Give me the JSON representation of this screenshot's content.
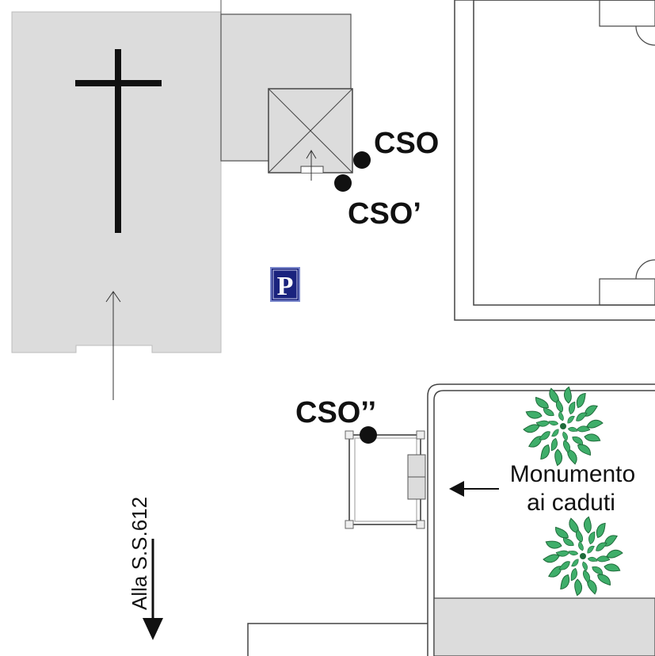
{
  "map": {
    "labels": {
      "cso": "CSO",
      "cso_prime": "CSO’",
      "cso_double": "CSO’’",
      "monument_line1": "Monumento",
      "monument_line2": "ai caduti",
      "road": "Alla S.S.612",
      "parking": "P"
    },
    "icons": {
      "church": "cross-icon",
      "parking": "parking-icon",
      "tree": "tree-icon"
    },
    "colors": {
      "building_fill": "#dcdcdc",
      "outline": "#333333",
      "marker": "#111111",
      "parking_bg": "#1a237e",
      "tree_green": "#3fae6a",
      "tree_dark": "#1e6b3a"
    }
  }
}
